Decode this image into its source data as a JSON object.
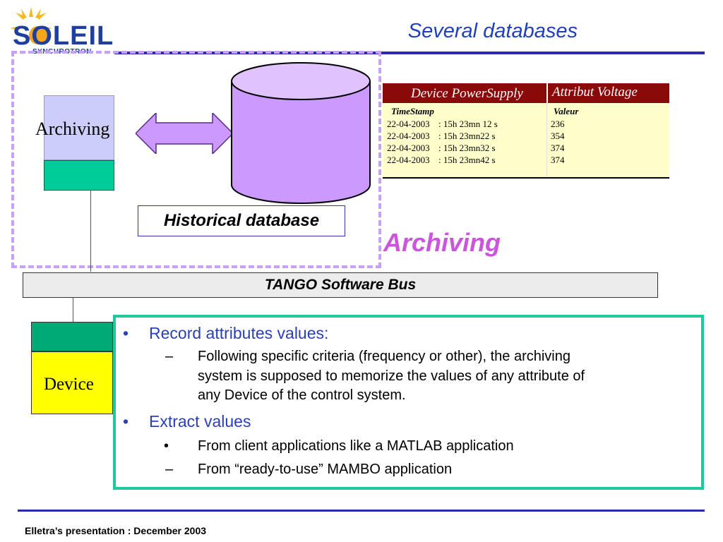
{
  "logo": {
    "word": "SOLEIL",
    "sub": "SYNCHROTRON"
  },
  "title": "Several databases",
  "archiving_component": {
    "label": "Archiving"
  },
  "historical_db": {
    "label": "Historical database"
  },
  "archive_table": {
    "header_device": "Device PowerSupply",
    "header_attribute": "Attribut Voltage",
    "col_timestamp": "TimeStamp",
    "col_value": "Valeur",
    "rows": [
      {
        "date": "22-04-2003",
        "time": ": 15h 23mn 12 s",
        "value": "236"
      },
      {
        "date": "22-04-2003",
        "time": ": 15h 23mn22 s",
        "value": "354"
      },
      {
        "date": "22-04-2003",
        "time": ": 15h 23mn32 s",
        "value": "374"
      },
      {
        "date": "22-04-2003",
        "time": ": 15h 23mn42 s",
        "value": "374"
      }
    ]
  },
  "big_label": "Archiving",
  "bus": {
    "label": "TANGO Software Bus"
  },
  "device": {
    "label": "Device"
  },
  "text": {
    "b1": "Record attributes values:",
    "b1_sub": [
      "Following specific criteria (frequency or other), the archiving",
      "system is supposed to memorize the values of any attribute of",
      "any Device of the control system."
    ],
    "b2": "Extract values",
    "b2_sub1": "From client applications like a MATLAB application",
    "b2_sub2": "From “ready-to-use” MAMBO application",
    "bullet": "•",
    "dash": "–"
  },
  "footer": "Elletra’s presentation : December 2003",
  "colors": {
    "title_blue": "#1f3fbf",
    "zone_purple": "#c7a2f2",
    "arrow_fill": "#cc99ff",
    "cylinder_fill": "#cc99ff",
    "table_header": "#8a0a0a",
    "table_body": "#ffffcc",
    "big_label": "#cc55dd",
    "textbox_border": "#1fc9a0",
    "device_yellow": "#ffff00",
    "device_green": "#00aa77",
    "archiving_green": "#00cc99"
  }
}
